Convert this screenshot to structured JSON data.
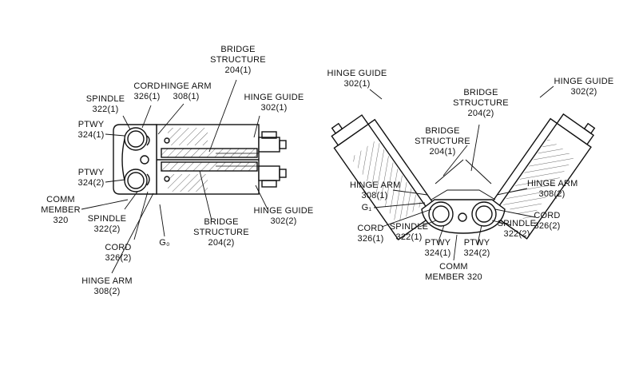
{
  "left_figure": {
    "bridge_top": [
      "BRIDGE",
      "STRUCTURE",
      "204(1)"
    ],
    "cord_top": [
      "CORD",
      "326(1)"
    ],
    "hinge_arm_top": [
      "HINGE ARM",
      "308(1)"
    ],
    "spindle_top": [
      "SPINDLE",
      "322(1)"
    ],
    "ptwy_top": [
      "PTWY",
      "324(1)"
    ],
    "hinge_guide_top": [
      "HINGE GUIDE",
      "302(1)"
    ],
    "ptwy_bottom": [
      "PTWY",
      "324(2)"
    ],
    "comm_member": [
      "COMM",
      "MEMBER",
      "320"
    ],
    "spindle_bottom": [
      "SPINDLE",
      "322(2)"
    ],
    "cord_bottom": [
      "CORD",
      "326(2)"
    ],
    "hinge_arm_bottom": [
      "HINGE ARM",
      "308(2)"
    ],
    "bridge_bottom": [
      "BRIDGE",
      "STRUCTURE",
      "204(2)"
    ],
    "hinge_guide_bottom": [
      "HINGE GUIDE",
      "302(2)"
    ],
    "gap": "G₀"
  },
  "right_figure": {
    "hinge_guide_left": [
      "HINGE GUIDE",
      "302(1)"
    ],
    "bridge_mid": [
      "BRIDGE",
      "STRUCTURE",
      "204(2)"
    ],
    "hinge_guide_right": [
      "HINGE GUIDE",
      "302(2)"
    ],
    "bridge_inner": [
      "BRIDGE",
      "STRUCTURE",
      "204(1)"
    ],
    "hinge_arm_left": [
      "HINGE ARM",
      "308(1)"
    ],
    "hinge_arm_right": [
      "HINGE ARM",
      "308(2)"
    ],
    "gap": "G₁",
    "cord_left": [
      "CORD",
      "326(1)"
    ],
    "spindle_left": [
      "SPINDLE",
      "322(1)"
    ],
    "ptwy_left": [
      "PTWY",
      "324(1)"
    ],
    "ptwy_right": [
      "PTWY",
      "324(2)"
    ],
    "spindle_right": [
      "SPINDLE",
      "322(2)"
    ],
    "cord_right": [
      "CORD",
      "326(2)"
    ],
    "comm_member": [
      "COMM",
      "MEMBER 320"
    ]
  }
}
